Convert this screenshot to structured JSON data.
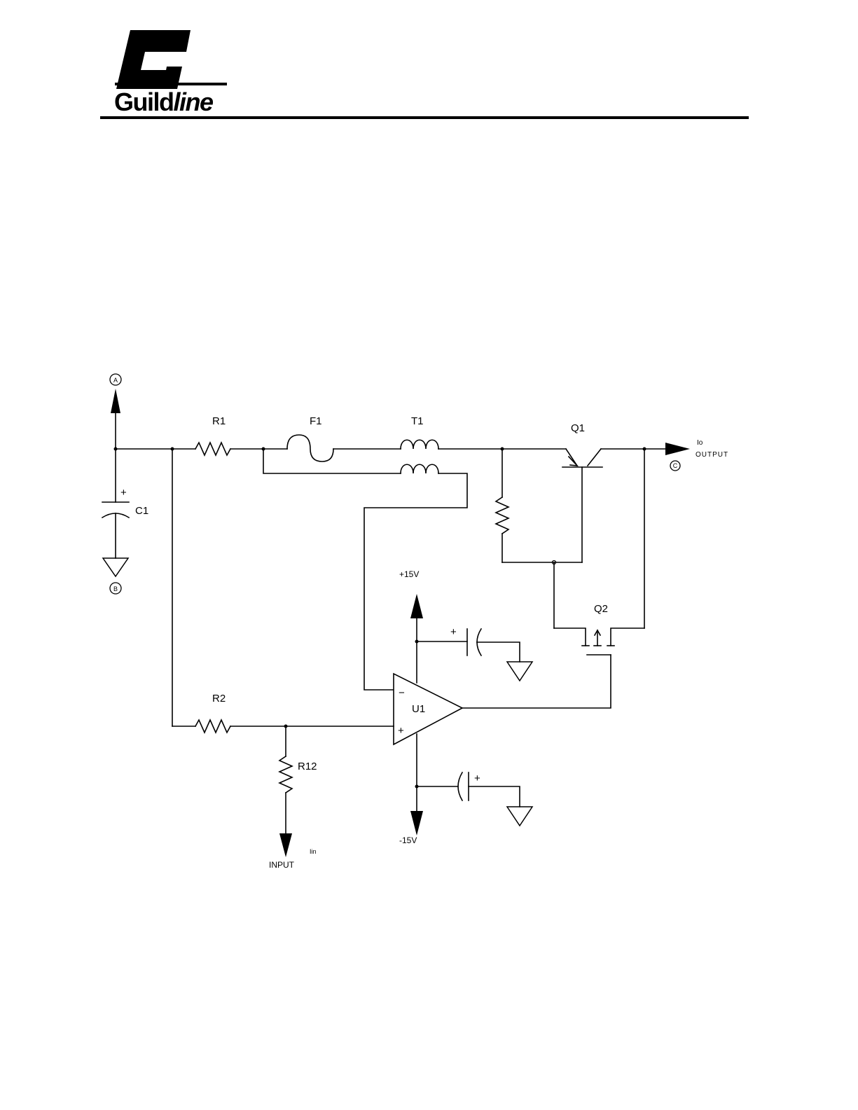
{
  "header": {
    "logo_regular": "Guild",
    "logo_italic": "line"
  },
  "diagram": {
    "components": {
      "r1": "R1",
      "f1": "F1",
      "t1": "T1",
      "q1": "Q1",
      "c1": "C1",
      "q2": "Q2",
      "r2": "R2",
      "u1": "U1",
      "r12": "R12"
    },
    "nodes": {
      "a": "A",
      "b": "B",
      "c": "C"
    },
    "rails": {
      "positive": "+15V",
      "negative": "-15V"
    },
    "ports": {
      "output_label": "OUTPUT",
      "output_signal": "Io",
      "input_label": "INPUT",
      "input_signal": "Iin"
    },
    "opamp_pins": {
      "inverting": "−",
      "noninverting": "+"
    },
    "polarity_mark": "+"
  }
}
